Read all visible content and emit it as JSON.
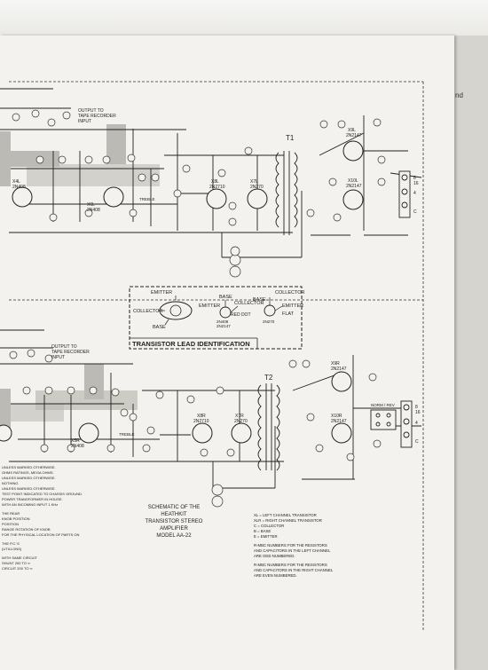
{
  "top": {
    "output_label": [
      "OUTPUT TO",
      "TAPE RECORDER",
      "INPUT"
    ],
    "transistors": [
      {
        "id": "X4L",
        "part": "2N408"
      },
      {
        "id": "X6L",
        "part": "2N408"
      },
      {
        "id": "X8L",
        "part": "2N2710"
      },
      {
        "id": "X7L",
        "part": "2N270"
      },
      {
        "id": "X9L",
        "part": "2N2147"
      },
      {
        "id": "X10L",
        "part": "2N2147"
      }
    ],
    "transformer": "T1",
    "treble": "TREBLE"
  },
  "bottom": {
    "output_label": [
      "OUTPUT TO",
      "TAPE RECORDER",
      "INPUT"
    ],
    "transistors": [
      {
        "id": "X5R",
        "part": "2N408"
      },
      {
        "id": "X8R",
        "part": "2N2710"
      },
      {
        "id": "X7R",
        "part": "2N270"
      },
      {
        "id": "X9R",
        "part": "2N2147"
      },
      {
        "id": "X10R",
        "part": "2N2147"
      }
    ],
    "transformer": "T2",
    "treble": "TREBLE"
  },
  "lead_id": {
    "title": "TRANSISTOR LEAD IDENTIFICATION",
    "emitter": "EMITTER",
    "collector": "COLLECTOR",
    "base": "BASE",
    "red_dot": "RED DOT",
    "flat": "FLAT",
    "part_a": "2N408",
    "part_b": "2N2147",
    "part_c": "2N270"
  },
  "title_block": [
    "SCHEMATIC OF THE",
    "HEATHKIT",
    "TRANSISTOR STEREO",
    "AMPLIFIER",
    "MODEL AA-22"
  ],
  "legend": [
    "XL = LEFT CHANNEL TRANSISTOR",
    "XLR = RIGHT CHANNEL TRANSISTOR",
    "C = COLLECTOR",
    "B = BASE",
    "E = EMITTER",
    "R-MBC NUMBERS FOR THE RESISTORS",
    "AND CAPACITORS IN THE LEFT CHANNEL",
    "ARE ODD NUMBERED.",
    "R-MBC NUMBERS FOR THE RESISTORS",
    "AND CAPACITORS IN THE RIGHT CHANNEL",
    "ARE EVEN NUMBERED."
  ],
  "notes": [
    "UNLESS MARKED OTHERWISE.",
    "OHMS RATINGS, MEGA OHMS.",
    "UNLESS MARKED OTHERWISE.",
    "NOTHING",
    "UNLESS MARKED OTHERWISE.",
    "TEST POINT INDICATED TO CHASSIS GROUND.",
    "POWER TRANSFORMER IN HOUSE.",
    "WITH AN INCOMING INPUT 1 KHz",
    "THE REAR",
    "KNOB POSITION",
    "POSITION",
    "RANGE ROTATION OF KNOB",
    "FOR THE PHYSICAL LOCATION OF PARTS ON",
    "THE P.C.'S",
    "(UTILLONS)",
    "WITH SAME CIRCUIT",
    "SHUNT 200 TO ∞",
    "CIRCUIT 200 TO ∞"
  ],
  "edge_text": "nd",
  "speaker_labels": [
    "8",
    "16",
    "4",
    "C"
  ],
  "switch_label": "NORM / REV"
}
